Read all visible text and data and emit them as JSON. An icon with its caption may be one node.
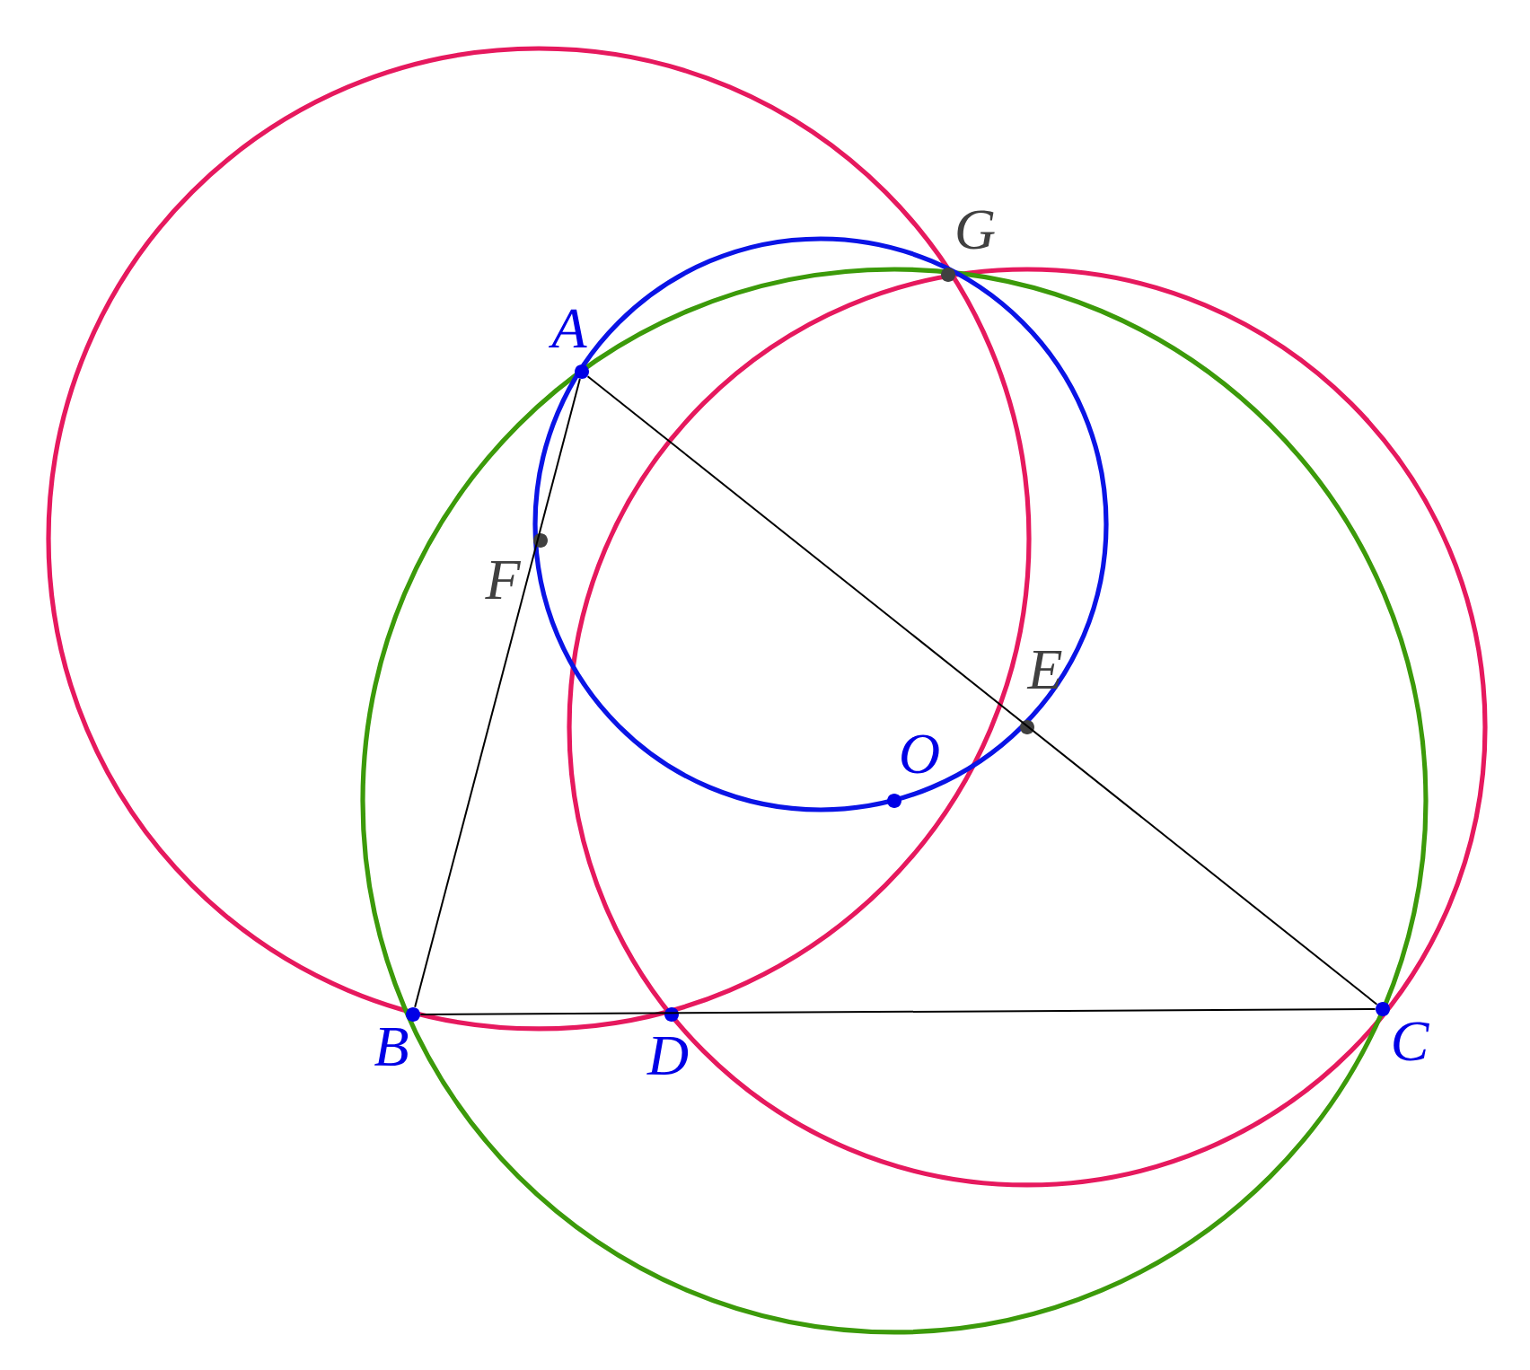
{
  "diagram": {
    "nodes": [
      {
        "text": [],
        "shape": "circle",
        "beside": [
          "A"
        ]
      },
      {
        "text": [],
        "shape": "circle",
        "beside": [
          "B"
        ]
      },
      {
        "text": [],
        "shape": "circle",
        "beside": [
          "C"
        ]
      },
      {
        "text": [],
        "shape": "circle",
        "beside": [
          "D"
        ]
      },
      {
        "text": [],
        "shape": "circle",
        "beside": [
          "E"
        ]
      },
      {
        "text": [],
        "shape": "circle",
        "beside": [
          "F"
        ]
      },
      {
        "text": [],
        "shape": "circle",
        "beside": [
          "G"
        ]
      },
      {
        "text": [],
        "shape": "circle",
        "beside": [
          "O"
        ]
      }
    ],
    "edges": [
      {
        "from": 0,
        "to": 1,
        "arrow": "none"
      },
      {
        "from": 1,
        "to": 2,
        "arrow": "none"
      },
      {
        "from": 2,
        "to": 0,
        "arrow": "none"
      }
    ]
  }
}
